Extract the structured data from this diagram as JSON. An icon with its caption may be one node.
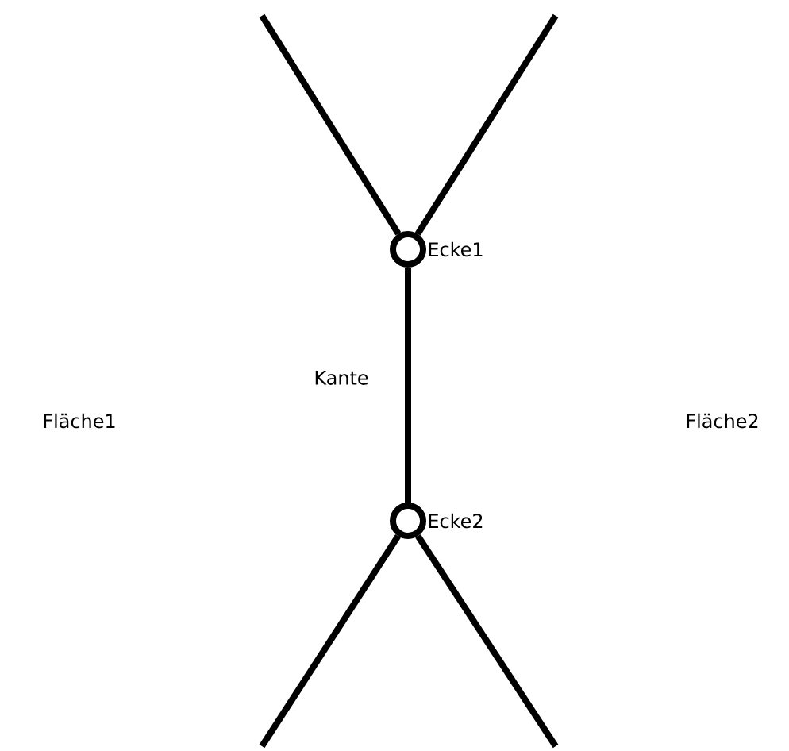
{
  "diagram": {
    "nodes": [
      {
        "text": [
          "Ecke1"
        ]
      },
      {
        "text": [
          "Ecke2"
        ]
      }
    ],
    "edges": [
      {
        "from": null,
        "to": 0,
        "arrow": "none"
      },
      {
        "from": null,
        "to": 0,
        "arrow": "none"
      },
      {
        "from": 0,
        "to": 1,
        "arrow": "none",
        "label": "Kante"
      },
      {
        "from": null,
        "to": 1,
        "arrow": "none"
      },
      {
        "from": null,
        "to": 1,
        "arrow": "none"
      }
    ],
    "labels": [
      "Fläche1",
      "Fläche2"
    ]
  }
}
